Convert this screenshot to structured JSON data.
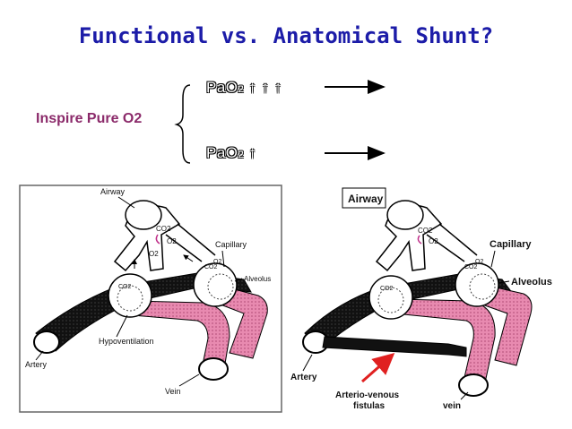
{
  "title": "Functional vs. Anatomical Shunt?",
  "inspire_label": "Inspire Pure O2",
  "pao2_top": {
    "base": "PaO",
    "sub": "2",
    "arrows": " ↑ ↑ ↑"
  },
  "pao2_bottom": {
    "base": "PaO",
    "sub": "2",
    "arrows": " ↑"
  },
  "left_figure": {
    "labels": {
      "airway": "Airway",
      "capillary": "Capillary",
      "alveolus": "Alveolus",
      "hypoventilation": "Hypoventilation",
      "artery": "Artery",
      "vein": "Vein",
      "co2": "CO2",
      "o2": "O2"
    }
  },
  "right_figure": {
    "labels": {
      "airway": "Airway",
      "capillary": "Capillary",
      "alveolus": "Alveolus",
      "artery": "Artery",
      "fistulas_line1": "Arterio-venous",
      "fistulas_line2": "fistulas",
      "vein": "vein",
      "co2": "CO2",
      "o2": "O2"
    }
  },
  "colors": {
    "title": "#1c1ca8",
    "inspire": "#8b2a6a",
    "vessel_pink": "#e88ab0",
    "arrow_red": "#e02020"
  }
}
